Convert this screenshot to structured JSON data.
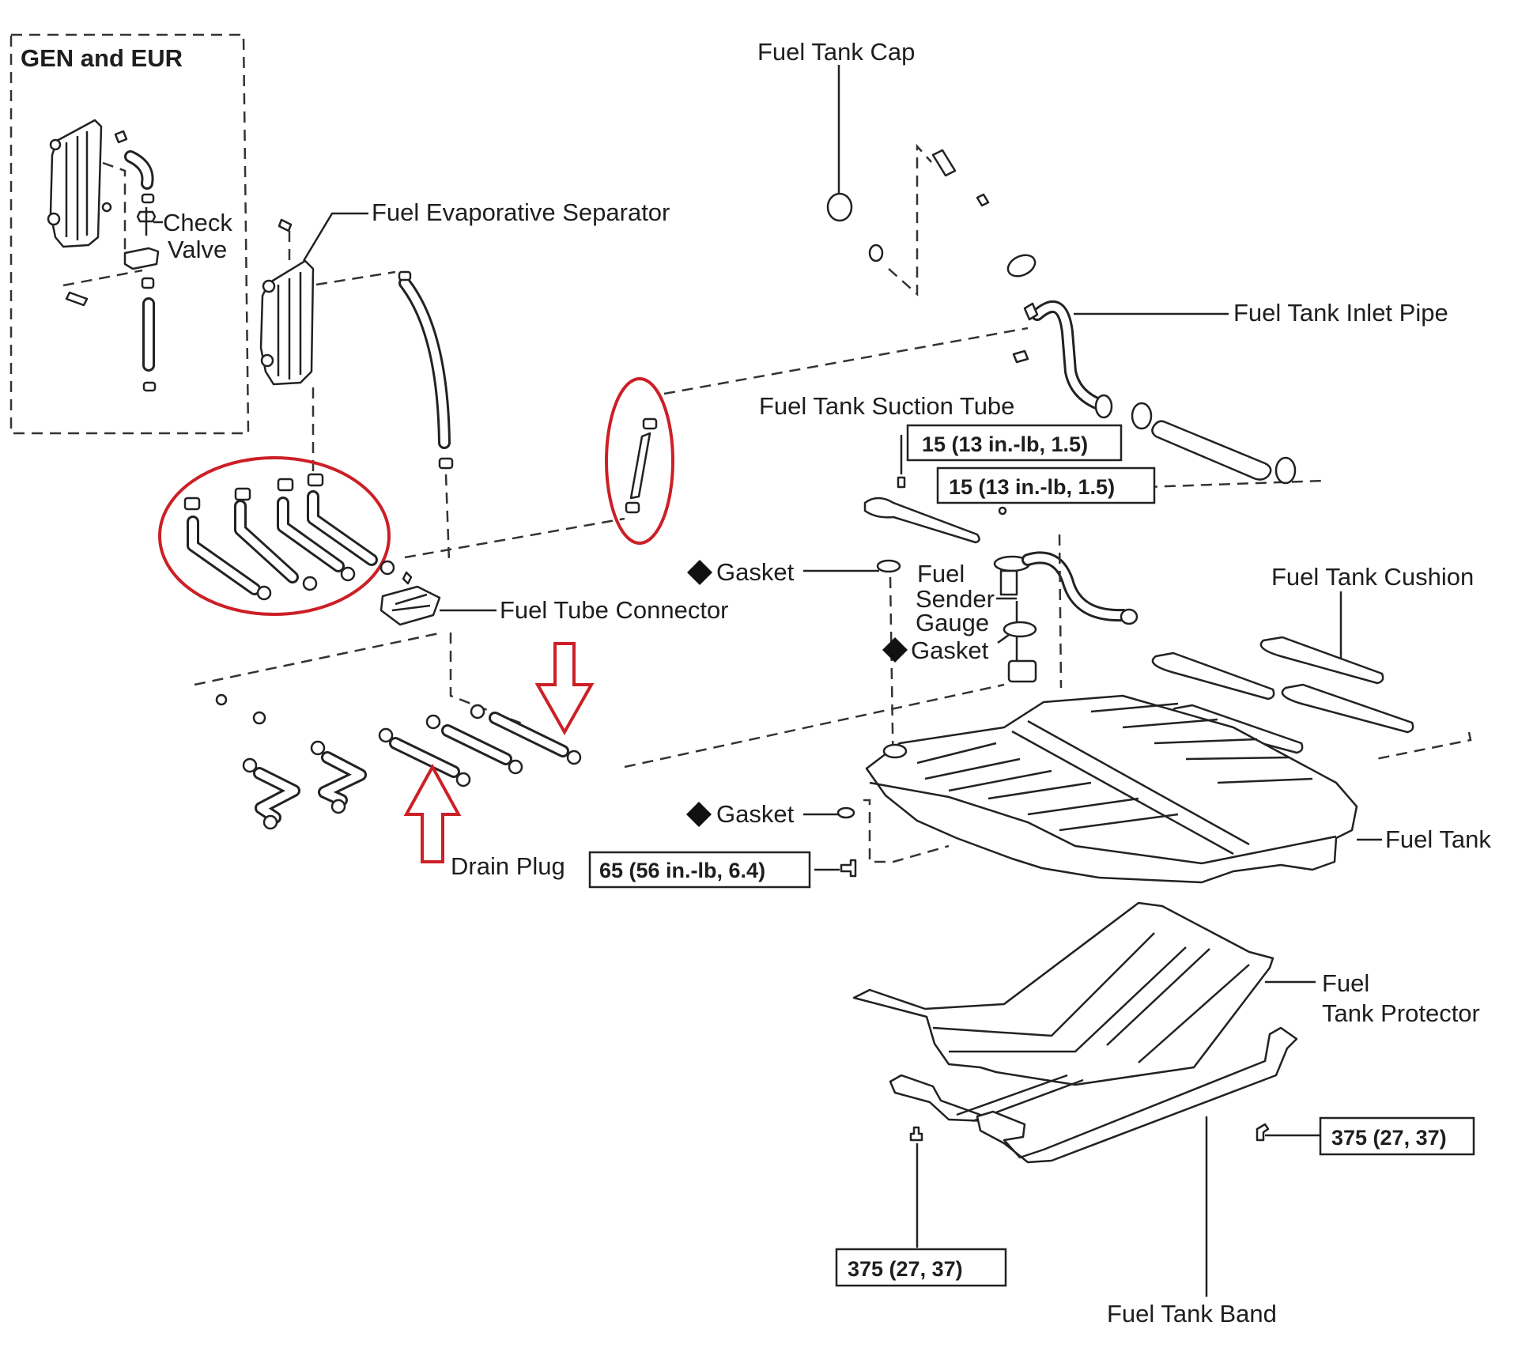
{
  "title": "Fuel Tank and Line Components (Exploded View)",
  "inset": {
    "title": "GEN and EUR",
    "check_valve_label": [
      "Check",
      "Valve"
    ]
  },
  "labels": {
    "fuel_evaporative_separator": "Fuel Evaporative Separator",
    "fuel_tank_cap": "Fuel Tank Cap",
    "fuel_tank_inlet_pipe": "Fuel Tank Inlet Pipe",
    "fuel_tank_suction_tube": "Fuel Tank Suction Tube",
    "gasket_upper": "Gasket",
    "fuel_sender_gauge": [
      "Fuel",
      "Sender",
      "Gauge"
    ],
    "gasket_sender": "Gasket",
    "fuel_tube_connector": "Fuel Tube Connector",
    "fuel_tank_cushion": "Fuel Tank Cushion",
    "fuel_tank": "Fuel Tank",
    "gasket_drain": "Gasket",
    "drain_plug": "Drain Plug",
    "fuel_tank_protector": [
      "Fuel",
      "Tank Protector"
    ],
    "fuel_tank_band": "Fuel Tank Band"
  },
  "torque_specs": {
    "suction_tube_1": "15 (13 in.-lb, 1.5)",
    "suction_tube_2": "15 (13 in.-lb,  1.5)",
    "drain_plug": "65 (56 in.-lb,  6.4)",
    "band_left": "375 (27,  37)",
    "band_right": "375 (27,  37)"
  },
  "markers": {
    "diamond_symbol": "non-reusable part",
    "annotation_color": "#cc1f26"
  }
}
